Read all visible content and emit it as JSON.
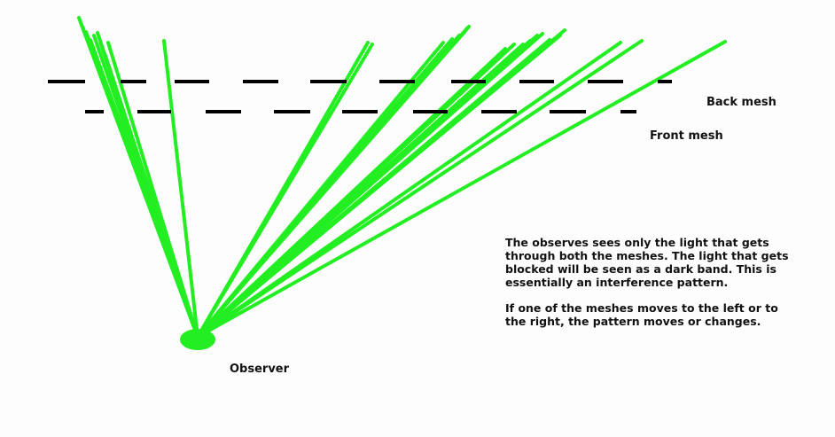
{
  "labels": {
    "back_mesh": "Back mesh",
    "front_mesh": "Front mesh",
    "observer": "Observer"
  },
  "description": {
    "paragraph1": "The observes sees only the light that gets through both the meshes. The light that gets blocked will be seen as a dark band. This is essentially an interference pattern.",
    "paragraph2": "If one of the meshes moves to the left or to the right, the pattern moves or changes."
  },
  "colors": {
    "ray": "#22ee22",
    "observer": "#22ee22",
    "mesh": "#000000",
    "background": "#fdfdfd"
  }
}
